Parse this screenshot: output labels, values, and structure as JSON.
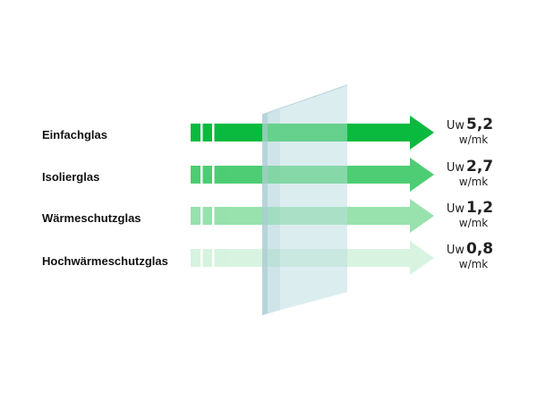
{
  "colors": {
    "arrow_green": "#0aba3e",
    "glass_panel": "#c8e2e8",
    "glass_edge": "#b6d4dc"
  },
  "rows": [
    {
      "label": "Einfachglas",
      "prefix": "Uw",
      "value": "5,2",
      "unit": "w/mk",
      "opacity": 1.0
    },
    {
      "label": "Isolierglas",
      "prefix": "Uw",
      "value": "2,7",
      "unit": "w/mk",
      "opacity": 0.72
    },
    {
      "label": "Wärmeschutzglas",
      "prefix": "Uw",
      "value": "1,2",
      "unit": "w/mk",
      "opacity": 0.42
    },
    {
      "label": "Hochwärmeschutzglas",
      "prefix": "Uw",
      "value": "0,8",
      "unit": "w/mk",
      "opacity": 0.16
    }
  ]
}
